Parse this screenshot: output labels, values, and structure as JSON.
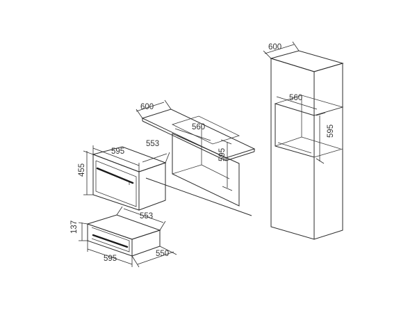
{
  "diagram": {
    "title": "",
    "line_color": "#2a2a2a",
    "background": "#ffffff",
    "views": [
      {
        "name": "built-in-oven",
        "dimensions": [
          "595",
          "553",
          "455"
        ]
      },
      {
        "name": "under-counter-cutout",
        "dimensions": [
          "600",
          "560",
          "595"
        ]
      },
      {
        "name": "warming-drawer",
        "dimensions": [
          "553",
          "137",
          "595",
          "550"
        ]
      },
      {
        "name": "tall-cabinet-cutout",
        "dimensions": [
          "600",
          "560",
          "595"
        ]
      }
    ]
  },
  "labels": {
    "oven_width": "595",
    "oven_depth": "553",
    "oven_height": "455",
    "counter_depth": "600",
    "counter_cutout_width": "560",
    "counter_cutout_height": "595",
    "drawer_depth": "553",
    "drawer_height": "137",
    "drawer_width": "595",
    "drawer_side_depth": "550",
    "tall_depth": "600",
    "tall_cutout_width": "560",
    "tall_cutout_height": "595"
  }
}
